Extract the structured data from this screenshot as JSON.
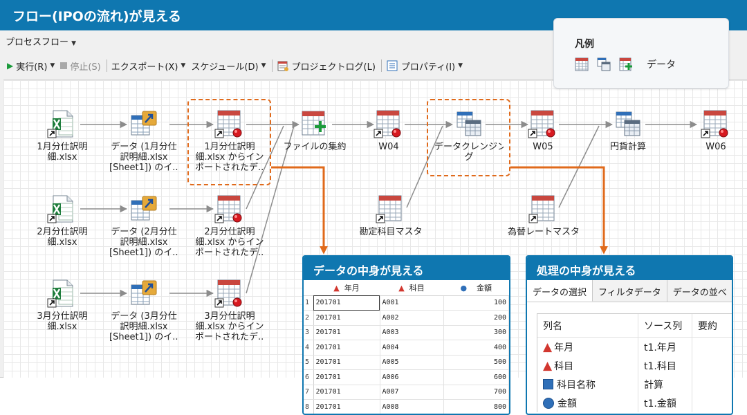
{
  "banner": {
    "title": "フロー(IPOの流れ)が見える"
  },
  "menu": {
    "label": "プロセスフロー"
  },
  "toolbar": {
    "run": "実行(R)",
    "stop": "停止(S)",
    "export": "エクスポート(X)",
    "schedule": "スケジュール(D)",
    "project_log": "プロジェクトログ(L)",
    "properties": "プロパティ(I)"
  },
  "legend": {
    "title": "凡例",
    "data_label": "データ"
  },
  "nodes": {
    "excel1": [
      "1月分仕訳明",
      "細.xlsx"
    ],
    "import1": [
      "データ (1月分仕",
      "訳明細.xlsx",
      "[Sheet1]) のイ..."
    ],
    "data1": [
      "1月分仕訳明",
      "細.xlsx からイン",
      "ポートされたデ..."
    ],
    "excel2": [
      "2月分仕訳明",
      "細.xlsx"
    ],
    "import2": [
      "データ (2月分仕",
      "訳明細.xlsx",
      "[Sheet1]) のイ..."
    ],
    "data2": [
      "2月分仕訳明",
      "細.xlsx からイン",
      "ポートされたデ..."
    ],
    "excel3": [
      "3月分仕訳明",
      "細.xlsx"
    ],
    "import3": [
      "データ (3月分仕",
      "訳明細.xlsx",
      "[Sheet1]) のイ..."
    ],
    "data3": [
      "3月分仕訳明",
      "細.xlsx からイン",
      "ポートされたデ..."
    ],
    "append": [
      "ファイルの集約"
    ],
    "w04": [
      "W04"
    ],
    "cleansing": [
      "データクレンジン",
      "グ"
    ],
    "w05": [
      "W05"
    ],
    "yen": [
      "円貨計算"
    ],
    "w06": [
      "W06"
    ],
    "kamoku_master": [
      "勘定科目マスタ"
    ],
    "rate_master": [
      "為替レートマスタ"
    ]
  },
  "data_panel": {
    "title": "データの中身が見える",
    "headers": [
      "年月",
      "科目",
      "金額"
    ],
    "rows": [
      [
        "1",
        "201701",
        "A001",
        "100"
      ],
      [
        "2",
        "201701",
        "A002",
        "200"
      ],
      [
        "3",
        "201701",
        "A003",
        "300"
      ],
      [
        "4",
        "201701",
        "A004",
        "400"
      ],
      [
        "5",
        "201701",
        "A005",
        "500"
      ],
      [
        "6",
        "201701",
        "A006",
        "600"
      ],
      [
        "7",
        "201701",
        "A007",
        "700"
      ],
      [
        "8",
        "201701",
        "A008",
        "800"
      ]
    ]
  },
  "process_panel": {
    "title": "処理の中身が見える",
    "tabs": [
      "データの選択",
      "フィルタデータ",
      "データの並べ"
    ],
    "grid_headers": [
      "列名",
      "ソース列",
      "要約"
    ],
    "grid_rows": [
      {
        "name": "年月",
        "source": "t1.年月",
        "icon": "char-column-icon"
      },
      {
        "name": "科目",
        "source": "t1.科目",
        "icon": "char-column-icon"
      },
      {
        "name": "科目名称",
        "source": "計算",
        "icon": "computed-column-icon"
      },
      {
        "name": "金額",
        "source": "t1.金額",
        "icon": "numeric-column-icon"
      }
    ]
  },
  "colors": {
    "banner": "#0f77b0",
    "highlight": "#e06a1b",
    "flow_line": "#8c8c8c"
  }
}
